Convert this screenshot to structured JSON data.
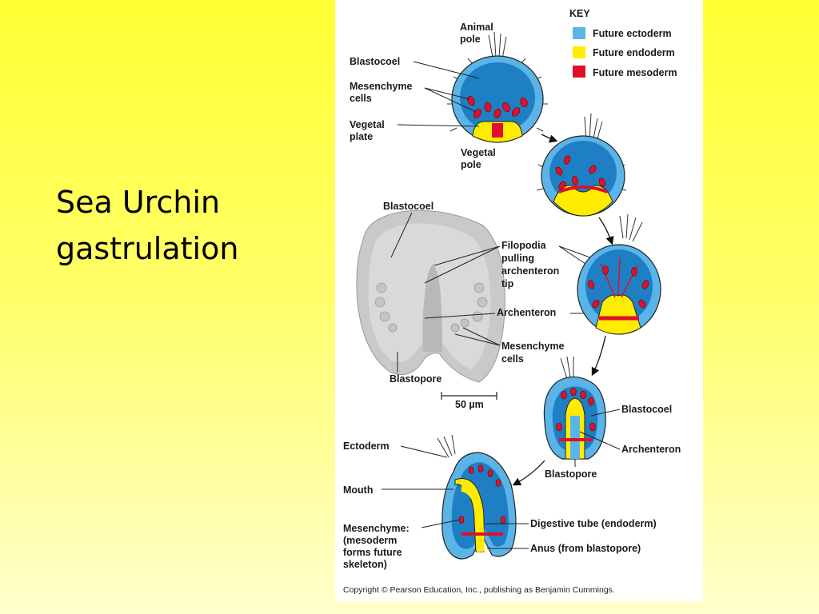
{
  "slide": {
    "title_line1": "Sea Urchin",
    "title_line2": "gastrulation"
  },
  "key": {
    "heading": "KEY",
    "items": [
      {
        "label": "Future ectoderm",
        "color": "#5ab4e8"
      },
      {
        "label": "Future endoderm",
        "color": "#ffec00"
      },
      {
        "label": "Future mesoderm",
        "color": "#e0102a"
      }
    ]
  },
  "stage1": {
    "animal_pole_1": "Animal",
    "animal_pole_2": "pole",
    "blastocoel": "Blastocoel",
    "mesenchyme_1": "Mesenchyme",
    "mesenchyme_2": "cells",
    "vegetal_plate_1": "Vegetal",
    "vegetal_plate_2": "plate",
    "vegetal_pole_1": "Vegetal",
    "vegetal_pole_2": "pole"
  },
  "micrograph": {
    "blastocoel": "Blastocoel",
    "filopodia_1": "Filopodia",
    "filopodia_2": "pulling",
    "filopodia_3": "archenteron",
    "filopodia_4": "tip",
    "archenteron": "Archenteron",
    "mesenchyme_1": "Mesenchyme",
    "mesenchyme_2": "cells",
    "blastopore": "Blastopore",
    "scale_bar": "50 µm"
  },
  "stage4": {
    "blastocoel": "Blastocoel",
    "archenteron": "Archenteron",
    "blastopore": "Blastopore"
  },
  "stage5": {
    "ectoderm": "Ectoderm",
    "mouth": "Mouth",
    "mesenchyme_1": "Mesenchyme:",
    "mesenchyme_2": "(mesoderm",
    "mesenchyme_3": "forms future",
    "mesenchyme_4": "skeleton)",
    "digestive_tube": "Digestive tube (endoderm)",
    "anus": "Anus (from blastopore)"
  },
  "copyright": "Copyright © Pearson Education, Inc., publishing as Benjamin Cummings."
}
